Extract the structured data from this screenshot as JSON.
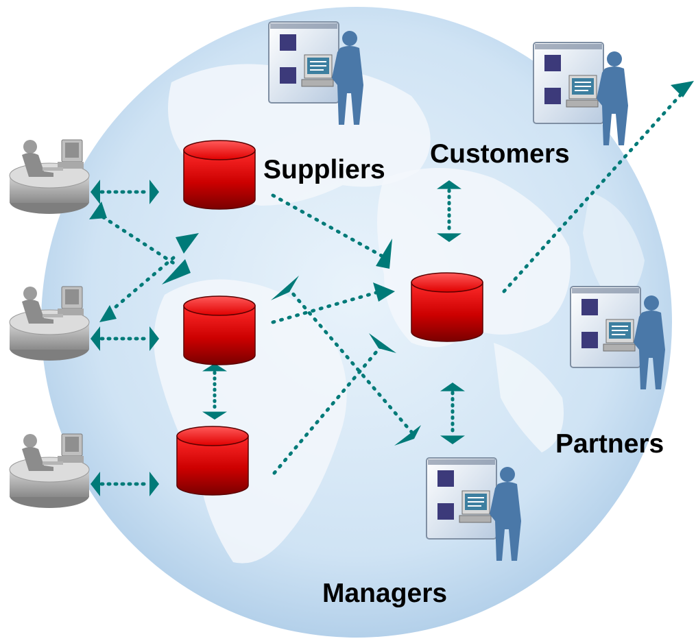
{
  "labels": {
    "suppliers": "Suppliers",
    "customers": "Customers",
    "partners": "Partners",
    "managers": "Managers"
  },
  "colors": {
    "database": "#cc0000",
    "arrow": "#007a78",
    "globe_ocean": "#cfe6f7",
    "globe_land": "#f4f8fc",
    "person": "#4a78a8",
    "workstation": "#a8a8a8"
  },
  "icons": [
    "globe-icon",
    "database-icon",
    "workstation-icon",
    "person-with-computer-icon",
    "bidirectional-arrow-icon"
  ]
}
